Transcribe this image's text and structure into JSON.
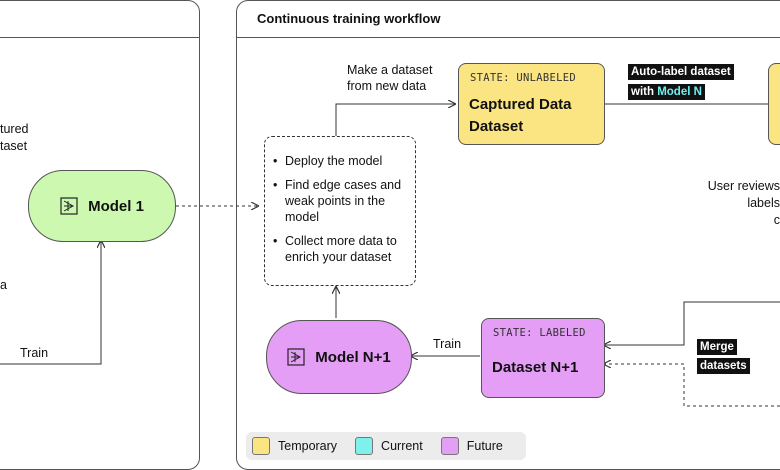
{
  "colors": {
    "temporary": "#fbe482",
    "current": "#7ff0ec",
    "future": "#e59ef5",
    "model1": "#ccf8b0"
  },
  "left_panel": {
    "text_fragments": [
      "tured",
      "taset",
      "a"
    ],
    "train_label": "Train",
    "model_node": {
      "label": "Model 1",
      "icon": "model-icon"
    }
  },
  "right_panel": {
    "title": "Continuous training workflow",
    "make_dataset_label": "Make a dataset\nfrom new data",
    "captured_node": {
      "state": "STATE: UNLABELED",
      "label_line1": "Captured Data",
      "label_line2": "Dataset"
    },
    "auto_label": {
      "line1": "Auto-label dataset",
      "line2_prefix": "with ",
      "line2_highlight": "Model N"
    },
    "user_review_fragments": [
      "User reviews",
      "labels",
      "c"
    ],
    "steps": [
      "Deploy the model",
      "Find edge cases and weak points in the model",
      "Collect more data to enrich your dataset"
    ],
    "model_n1_node": {
      "label": "Model N+1",
      "icon": "model-icon"
    },
    "train_label": "Train",
    "dataset_n1_node": {
      "state": "STATE: LABELED",
      "label": "Dataset N+1"
    },
    "merge_label": {
      "line1": "Merge",
      "line2": "datasets"
    }
  },
  "legend": {
    "items": [
      {
        "label": "Temporary",
        "color": "#fbe482"
      },
      {
        "label": "Current",
        "color": "#7ff0ec"
      },
      {
        "label": "Future",
        "color": "#e59ef5"
      }
    ]
  }
}
